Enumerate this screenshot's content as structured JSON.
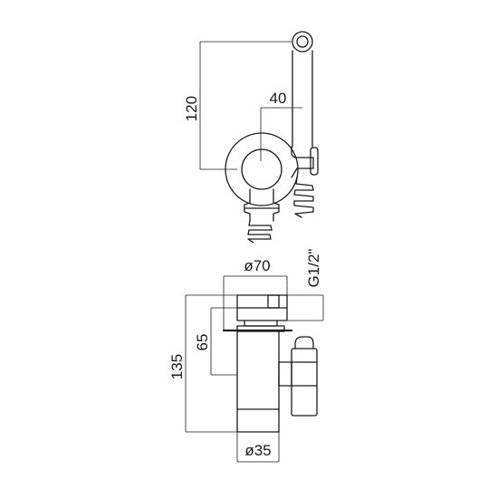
{
  "dimensions": {
    "side_height": "120",
    "side_offset": "40",
    "front_diameter_top": "ø70",
    "front_thread": "G1/2\"",
    "front_height_total": "135",
    "front_height_inner": "65",
    "front_diameter_bottom": "ø35"
  }
}
